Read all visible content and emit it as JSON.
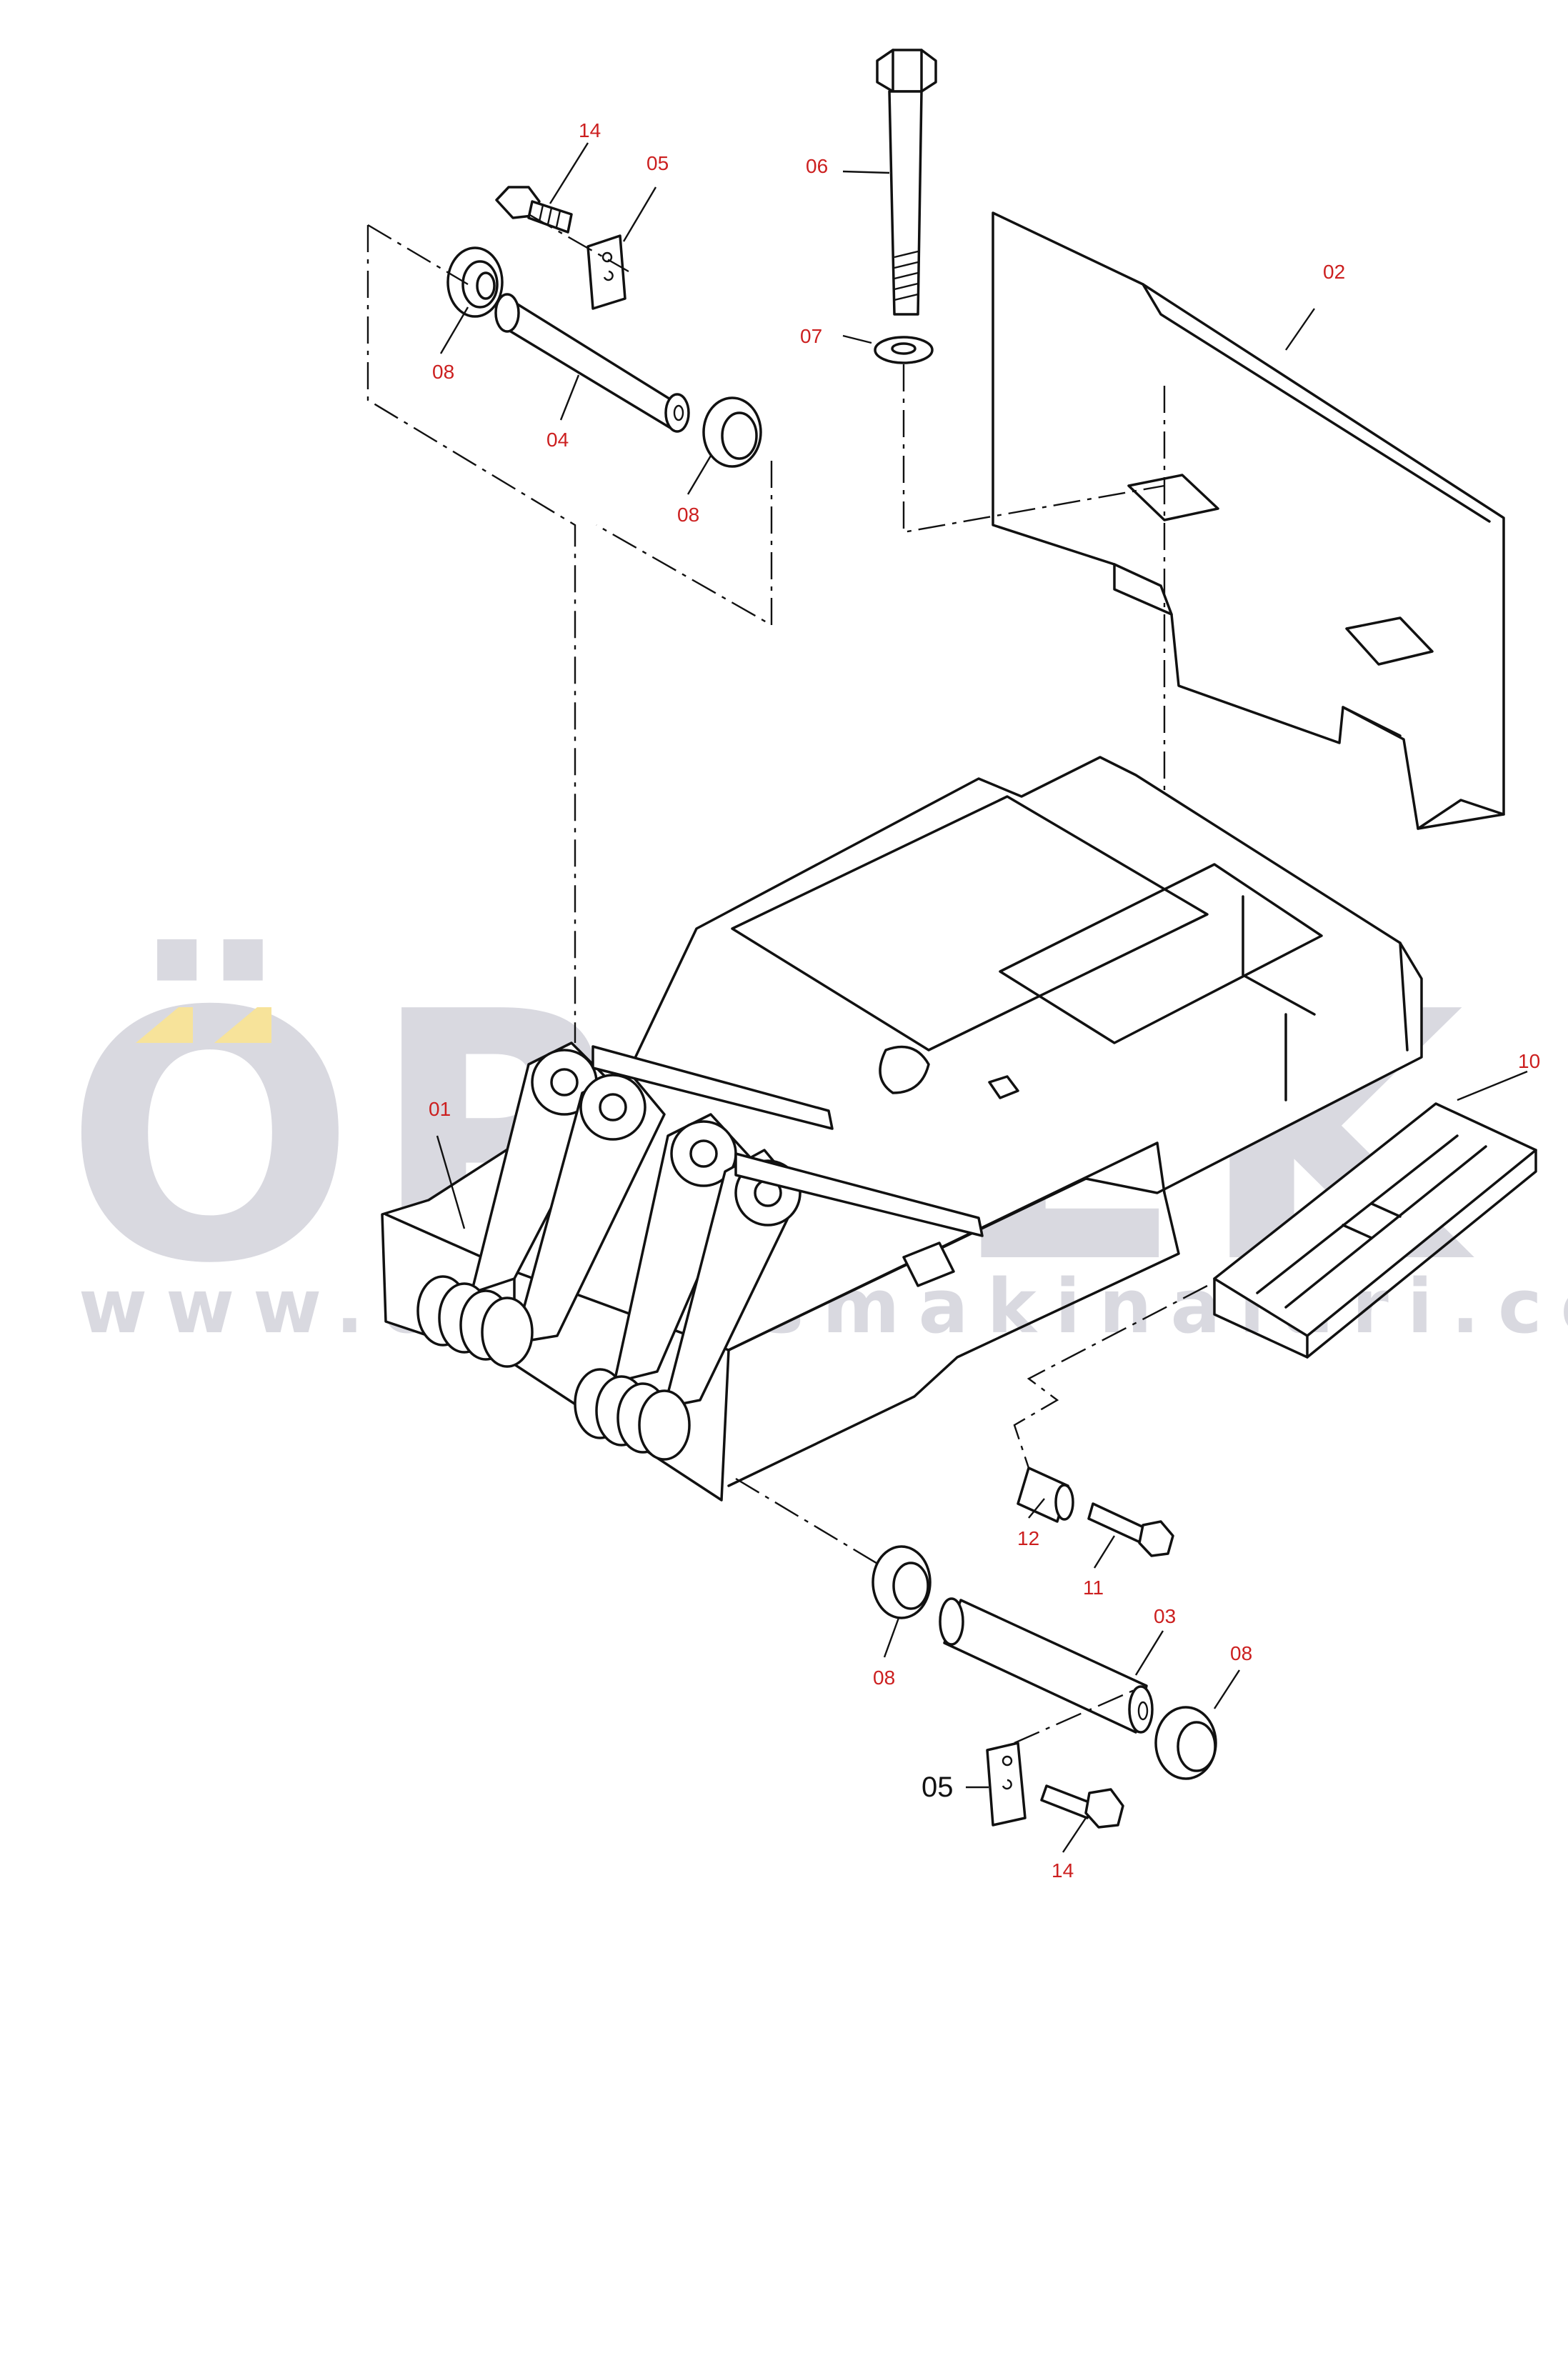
{
  "watermark": {
    "logo_text": "ÖRNEK",
    "url": "www.ornekismakinalari.com.tr",
    "accent_color": "#f7e39a",
    "gray_color": "#d9d9e0"
  },
  "callouts": {
    "c01": "01",
    "c02": "02",
    "c03": "03",
    "c04": "04",
    "c05_top": "05",
    "c05_bottom": "05",
    "c06": "06",
    "c07": "07",
    "c08_a": "08",
    "c08_b": "08",
    "c08_c": "08",
    "c08_d": "08",
    "c10": "10",
    "c11": "11",
    "c12": "12",
    "c14_top": "14",
    "c14_bottom": "14"
  },
  "colors": {
    "callout_red": "#cc1f1f",
    "line": "#111111"
  }
}
